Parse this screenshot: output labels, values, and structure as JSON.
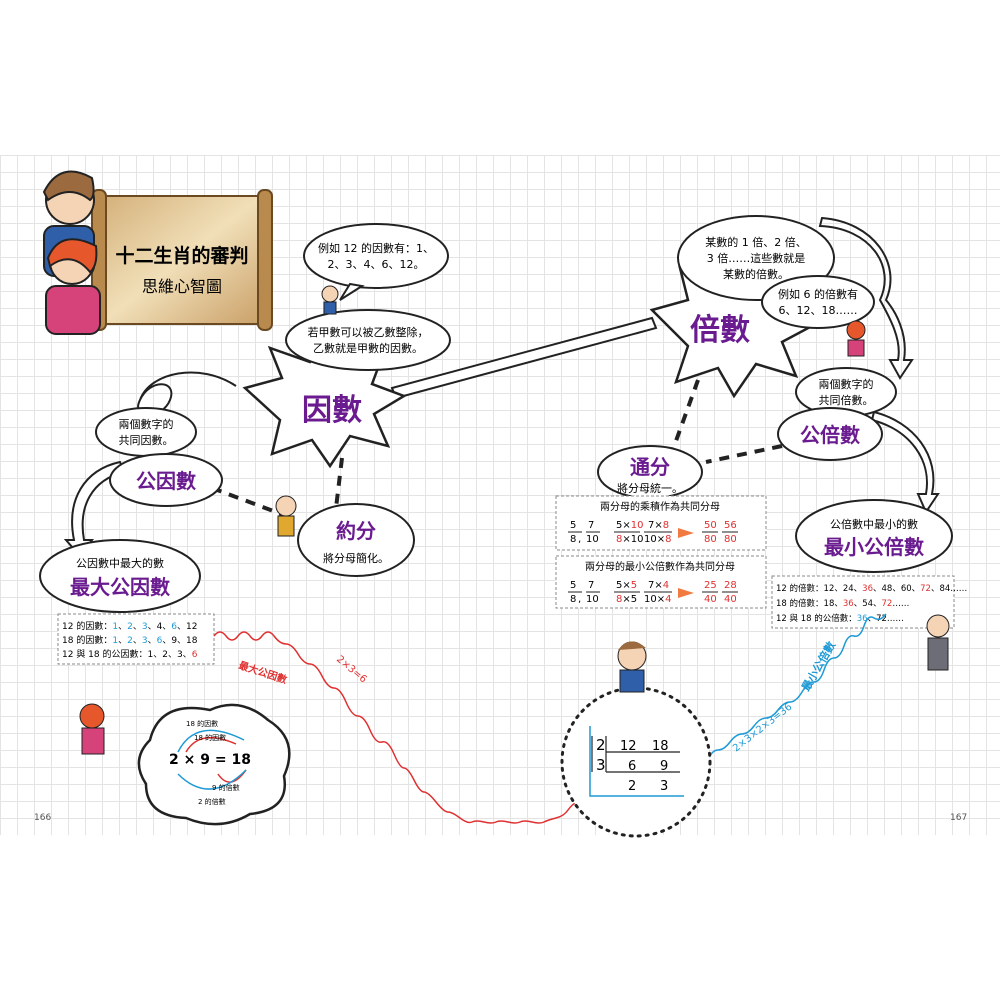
{
  "title": {
    "main": "十二生肖的審判",
    "sub": "思維心智圖"
  },
  "page_numbers": {
    "left": "166",
    "right": "167"
  },
  "factor": {
    "label": "因數",
    "definition": [
      "若甲數可以被乙數整除，",
      "乙數就是甲數的因數。"
    ],
    "example": [
      "例如 12 的因數有：1、",
      "2、3、4、6、12。"
    ]
  },
  "multiple": {
    "label": "倍數",
    "definition": [
      "某數的 1 倍、2 倍、",
      "3 倍……這些數就是",
      "某數的倍數。"
    ],
    "example": [
      "例如 6 的倍數有",
      "6、12、18……"
    ]
  },
  "common_factor": {
    "label": "公因數",
    "note": [
      "兩個數字的",
      "共同因數。"
    ]
  },
  "gcf": {
    "note": "公因數中最大的數",
    "label": "最大公因數",
    "rows": [
      {
        "prefix": "12 的因數：",
        "items": [
          {
            "t": "1",
            "c": "blue"
          },
          {
            "t": "、"
          },
          {
            "t": "2",
            "c": "blue"
          },
          {
            "t": "、"
          },
          {
            "t": "3",
            "c": "blue"
          },
          {
            "t": "、4、"
          },
          {
            "t": "6",
            "c": "blue"
          },
          {
            "t": "、12"
          }
        ]
      },
      {
        "prefix": "18 的因數：",
        "items": [
          {
            "t": "1",
            "c": "blue"
          },
          {
            "t": "、"
          },
          {
            "t": "2",
            "c": "blue"
          },
          {
            "t": "、"
          },
          {
            "t": "3",
            "c": "blue"
          },
          {
            "t": "、"
          },
          {
            "t": "6",
            "c": "blue"
          },
          {
            "t": "、9、18"
          }
        ]
      },
      {
        "prefix": "12 與 18 的公因數：",
        "items": [
          {
            "t": "1、2、3、"
          },
          {
            "t": "6",
            "c": "red"
          }
        ]
      }
    ]
  },
  "reduce": {
    "label": "約分",
    "note": "將分母簡化。"
  },
  "common_denominator": {
    "label": "通分",
    "note": "將分母統一。",
    "method1": {
      "title": "兩分母的乘積作為共同分母"
    },
    "method2": {
      "title": "兩分母的最小公倍數作為共同分母"
    }
  },
  "common_multiple": {
    "label": "公倍數",
    "note": [
      "兩個數字的",
      "共同倍數。"
    ]
  },
  "lcm": {
    "note": "公倍數中最小的數",
    "label": "最小公倍數",
    "rows": [
      {
        "prefix": "12 的倍數：",
        "items": [
          {
            "t": "12、24、"
          },
          {
            "t": "36",
            "c": "red"
          },
          {
            "t": "、48、60、"
          },
          {
            "t": "72",
            "c": "red"
          },
          {
            "t": "、84……"
          }
        ]
      },
      {
        "prefix": "18 的倍數：",
        "items": [
          {
            "t": "18、"
          },
          {
            "t": "36",
            "c": "red"
          },
          {
            "t": "、54、"
          },
          {
            "t": "72",
            "c": "red"
          },
          {
            "t": "……"
          }
        ]
      },
      {
        "prefix": "12 與 18 的公倍數：",
        "items": [
          {
            "t": "36",
            "c": "blue"
          },
          {
            "t": "、72……"
          }
        ]
      }
    ]
  },
  "wave_labels": {
    "gcf_label": "最大公因數",
    "gcf_calc": "2×3=6",
    "lcm_label": "最小公倍數",
    "lcm_calc": "2×3×2×3=36"
  },
  "division": {
    "d1": "2",
    "d2": "3",
    "r1a": "12",
    "r1b": "18",
    "r2a": "6",
    "r2b": "9",
    "r3a": "2",
    "r3b": "3"
  },
  "circle_example": {
    "equation": "2 × 9 = 18",
    "label_18_factor_a": "18 的因數",
    "label_18_factor_b": "18 的因數",
    "label_9": "9 的倍數",
    "label_2": "2 的倍數"
  },
  "colors": {
    "purple": "#6a1b8f",
    "red": "#e03030",
    "blue": "#1e9ad6",
    "scroll": "#c8a060"
  }
}
